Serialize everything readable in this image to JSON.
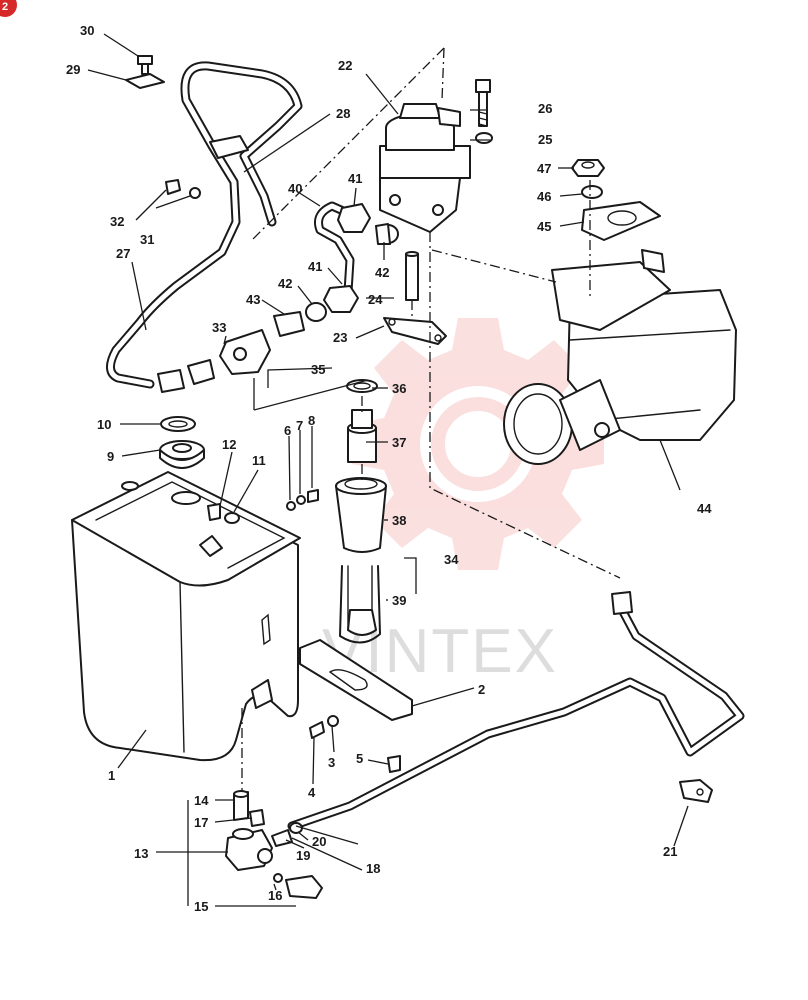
{
  "colors": {
    "line": "#1a1a1a",
    "paper": "#ffffff",
    "watermark": "#f4a6a6",
    "badge": "#d62828"
  },
  "badge": {
    "label": "2"
  },
  "watermark": {
    "text": "VINTEX"
  },
  "callouts": {
    "n1": "1",
    "n2": "2",
    "n3": "3",
    "n4": "4",
    "n5": "5",
    "n6": "6",
    "n7": "7",
    "n8": "8",
    "n9": "9",
    "n10": "10",
    "n11": "11",
    "n12": "12",
    "n13": "13",
    "n14": "14",
    "n15": "15",
    "n16": "16",
    "n17": "17",
    "n18": "18",
    "n19": "19",
    "n20": "20",
    "n21": "21",
    "n22": "22",
    "n23": "23",
    "n24": "24",
    "n25": "25",
    "n26": "26",
    "n27": "27",
    "n28": "28",
    "n29": "29",
    "n30": "30",
    "n31": "31",
    "n32": "32",
    "n33": "33",
    "n34": "34",
    "n35": "35",
    "n36": "36",
    "n37": "37",
    "n38": "38",
    "n39": "39",
    "n40": "40",
    "n41a": "41",
    "n41b": "41",
    "n42a": "42",
    "n42b": "42",
    "n43": "43",
    "n44": "44",
    "n45": "45",
    "n46": "46",
    "n47": "47"
  }
}
